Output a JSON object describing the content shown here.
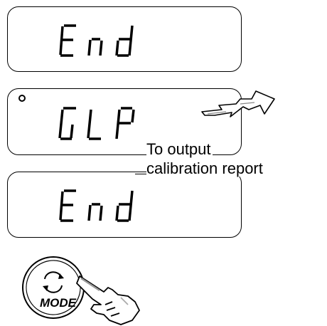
{
  "displays": [
    {
      "text": "End"
    },
    {
      "text": "GLP",
      "indicator": true
    },
    {
      "text": "End"
    }
  ],
  "caption": {
    "line1": "To output",
    "line2": "calibration report"
  },
  "button": {
    "label": "MODE"
  },
  "icons": [
    "signal-arrow-icon",
    "cycle-arrows-icon",
    "pointing-hand-icon"
  ]
}
